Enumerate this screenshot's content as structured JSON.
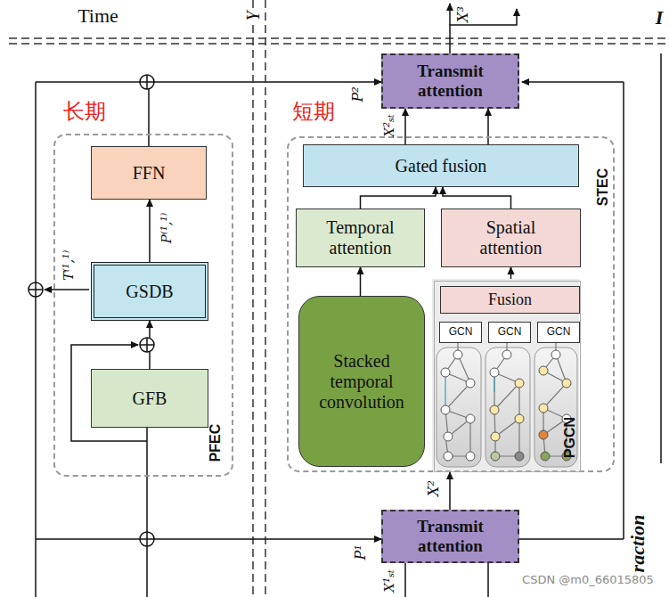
{
  "diagram": {
    "nodes": [
      {
        "text": [
          "PFEC"
        ]
      },
      {
        "text": [
          "FFN"
        ],
        "in": 0
      },
      {
        "text": [
          "GSDB"
        ],
        "in": 0
      },
      {
        "text": [
          "GFB"
        ],
        "in": 0
      },
      {
        "text": [
          "Transmit attention"
        ]
      },
      {
        "text": [
          "STEC"
        ]
      },
      {
        "text": [
          "Gated fusion"
        ],
        "in": 5
      },
      {
        "text": [
          "Temporal attention"
        ],
        "in": 5
      },
      {
        "text": [
          "Spatial attention"
        ],
        "in": 5
      },
      {
        "text": [
          "Stacked temporal convolution"
        ],
        "in": 5
      },
      {
        "text": [
          "PGCN"
        ],
        "in": 5
      },
      {
        "text": [
          "Fusion"
        ],
        "in": 10
      },
      {
        "text": [
          "GCN"
        ],
        "in": 10
      },
      {
        "text": [
          "GCN"
        ],
        "in": 10
      },
      {
        "text": [
          "GCN"
        ],
        "in": 10
      },
      {
        "text": [
          "Transmit attention"
        ]
      }
    ],
    "edges": [
      {
        "from": 3,
        "to": 2,
        "arrow": "to"
      },
      {
        "from": 2,
        "to": 1,
        "arrow": "to"
      },
      {
        "from": 1,
        "to": 4,
        "arrow": "to"
      },
      {
        "from": 6,
        "to": 4,
        "arrow": "to"
      },
      {
        "from": 6,
        "to": 4,
        "arrow": "to"
      },
      {
        "from": 7,
        "to": 6,
        "arrow": "to"
      },
      {
        "from": 8,
        "to": 6,
        "arrow": "to"
      },
      {
        "from": 9,
        "to": 7,
        "arrow": "to"
      },
      {
        "from": 11,
        "to": 8,
        "arrow": "to"
      },
      {
        "from": 12,
        "to": 11,
        "arrow": "to"
      },
      {
        "from": 13,
        "to": 11,
        "arrow": "to"
      },
      {
        "from": 14,
        "to": 11,
        "arrow": "to"
      },
      {
        "from": 15,
        "to": 5,
        "arrow": "to"
      }
    ],
    "labels": [
      "Time",
      "Y",
      "X³",
      "I",
      "长期",
      "短期",
      "P²",
      "X²ₛₜ",
      "T⁽¹,¹⁾",
      "P⁽¹,¹⁾",
      "X²",
      "P¹",
      "X¹ₛₜ",
      "raction",
      "CSDN @m0_66015805"
    ]
  }
}
